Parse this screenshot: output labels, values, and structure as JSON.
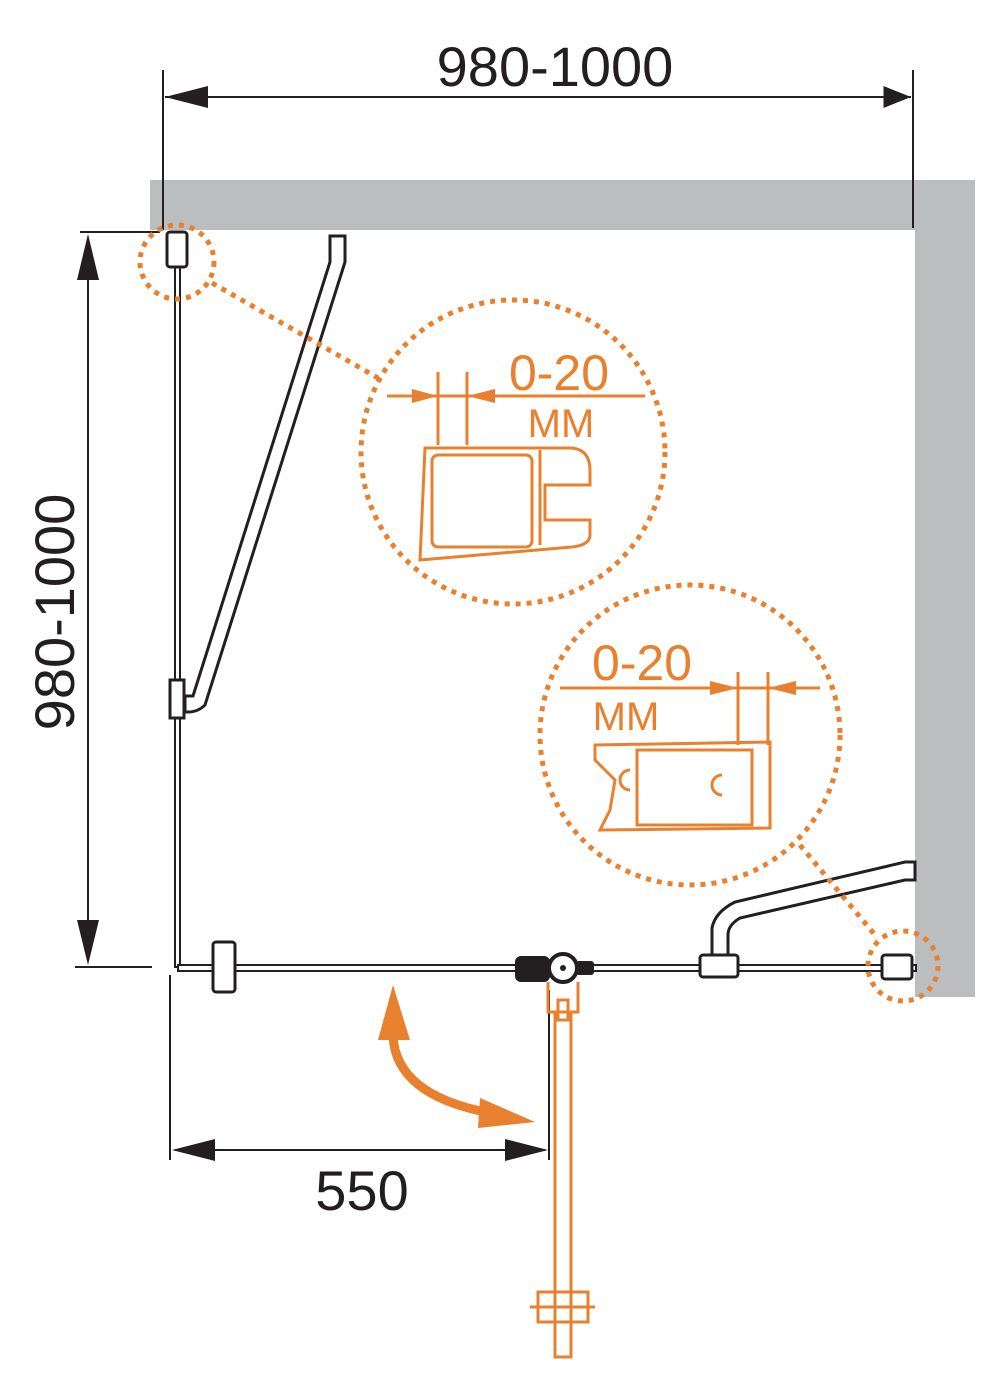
{
  "dimensions": {
    "width": "980-1000",
    "depth": "980-1000",
    "door_offset": "550"
  },
  "details": [
    {
      "range": "0-20",
      "unit": "ММ"
    },
    {
      "range": "0-20",
      "unit": "ММ"
    }
  ],
  "colors": {
    "wall": "#bcbdbf",
    "accent": "#e8802e",
    "line": "#231f20"
  }
}
